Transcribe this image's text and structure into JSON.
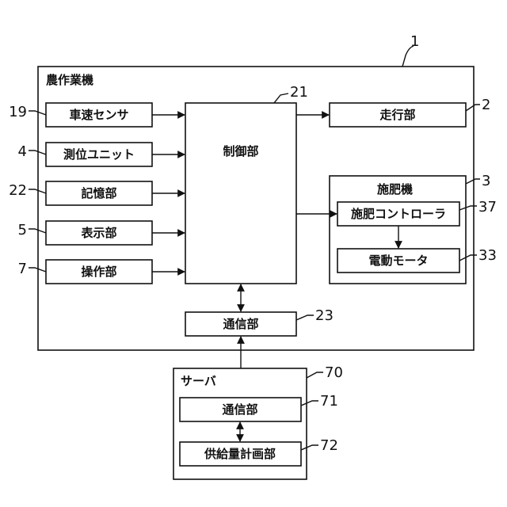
{
  "diagram": {
    "ref_main": "1",
    "machine": {
      "title": "農作業機"
    },
    "inputs": [
      {
        "label": "車速センサ",
        "ref": "19"
      },
      {
        "label": "測位ユニット",
        "ref": "4"
      },
      {
        "label": "記憶部",
        "ref": "22"
      },
      {
        "label": "表示部",
        "ref": "5"
      },
      {
        "label": "操作部",
        "ref": "7"
      }
    ],
    "control": {
      "label": "制御部",
      "ref": "21"
    },
    "travel": {
      "label": "走行部",
      "ref": "2"
    },
    "fertilizer": {
      "title": "施肥機",
      "ref": "3",
      "controller": {
        "label": "施肥コントローラ",
        "ref": "37"
      },
      "motor": {
        "label": "電動モータ",
        "ref": "33"
      }
    },
    "comm": {
      "label": "通信部",
      "ref": "23"
    },
    "server": {
      "title": "サーバ",
      "ref": "70",
      "comm": {
        "label": "通信部",
        "ref": "71"
      },
      "planner": {
        "label": "供給量計画部",
        "ref": "72"
      }
    }
  }
}
